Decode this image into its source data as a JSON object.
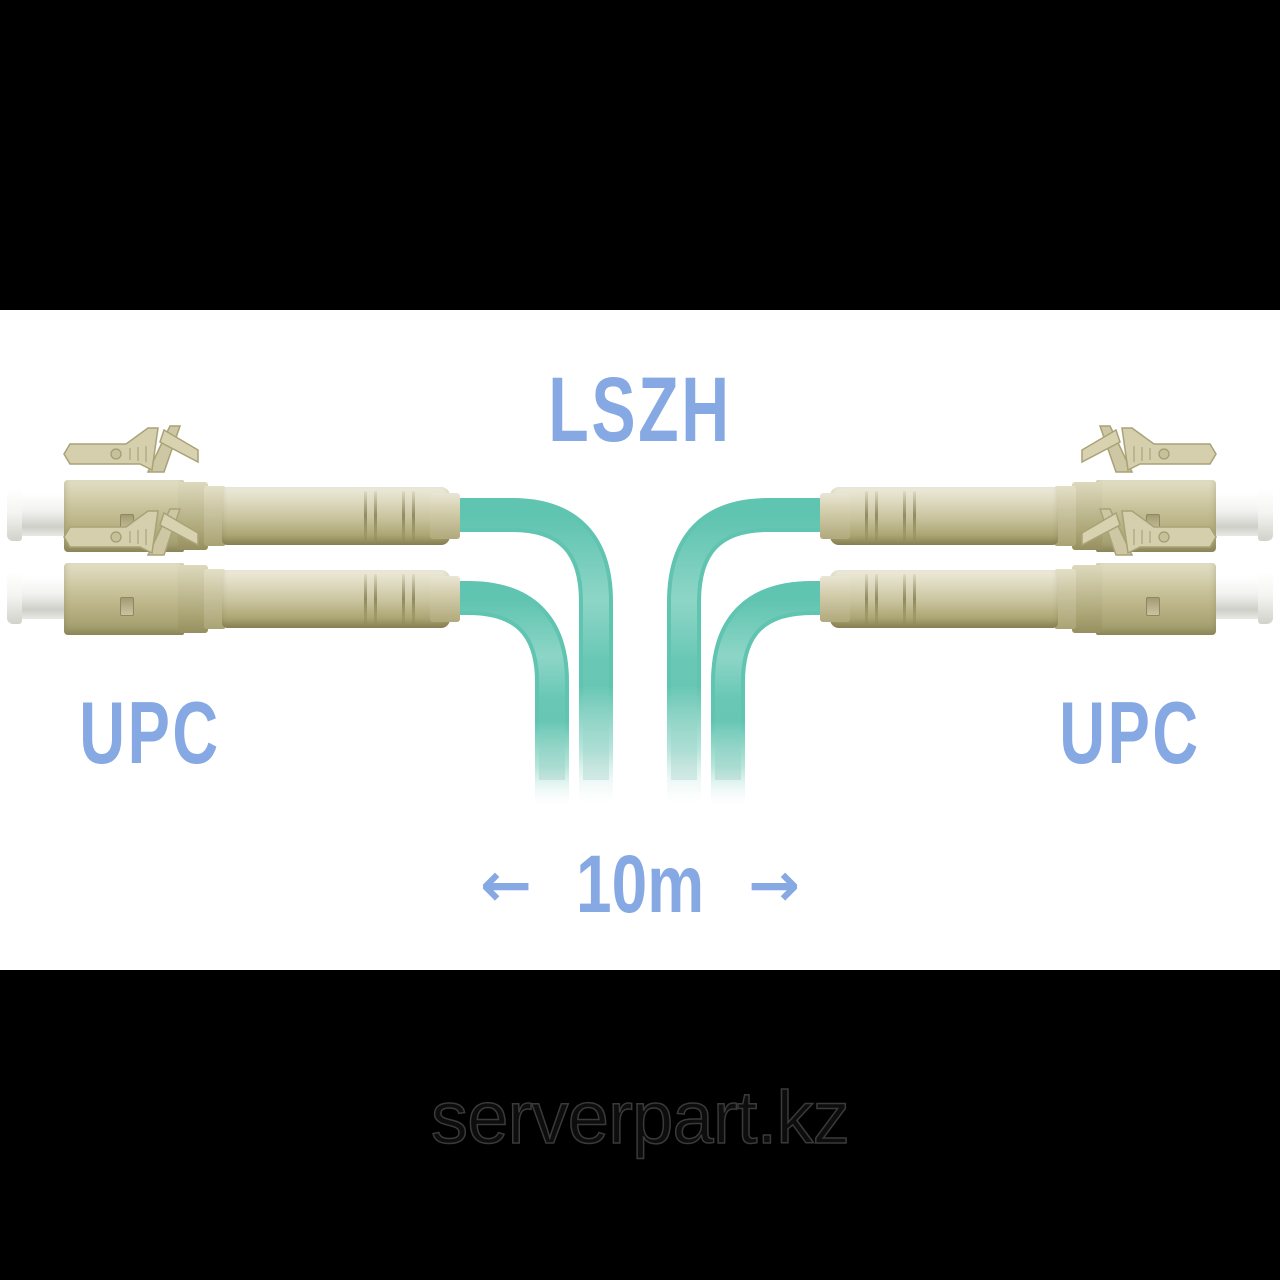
{
  "product": {
    "image_background": "#000000",
    "panel_background": "#ffffff",
    "label_color": "#86a9e3",
    "cable_color": "#5fc4b0",
    "connector_color": "#c0ba95",
    "ferrule_color": "#ffffff"
  },
  "labels": {
    "jacket_rating": "LSZH",
    "connector_left": "UPC",
    "connector_right": "UPC",
    "length_arrow_left": "←",
    "length_value": "10m",
    "length_arrow_right": "→"
  },
  "watermark": {
    "text": "serverpart.kz"
  },
  "connectors": {
    "type": "LC duplex",
    "left_top": "lc-connector-left-top",
    "left_bottom": "lc-connector-left-bottom",
    "right_top": "lc-connector-right-top",
    "right_bottom": "lc-connector-right-bottom"
  }
}
